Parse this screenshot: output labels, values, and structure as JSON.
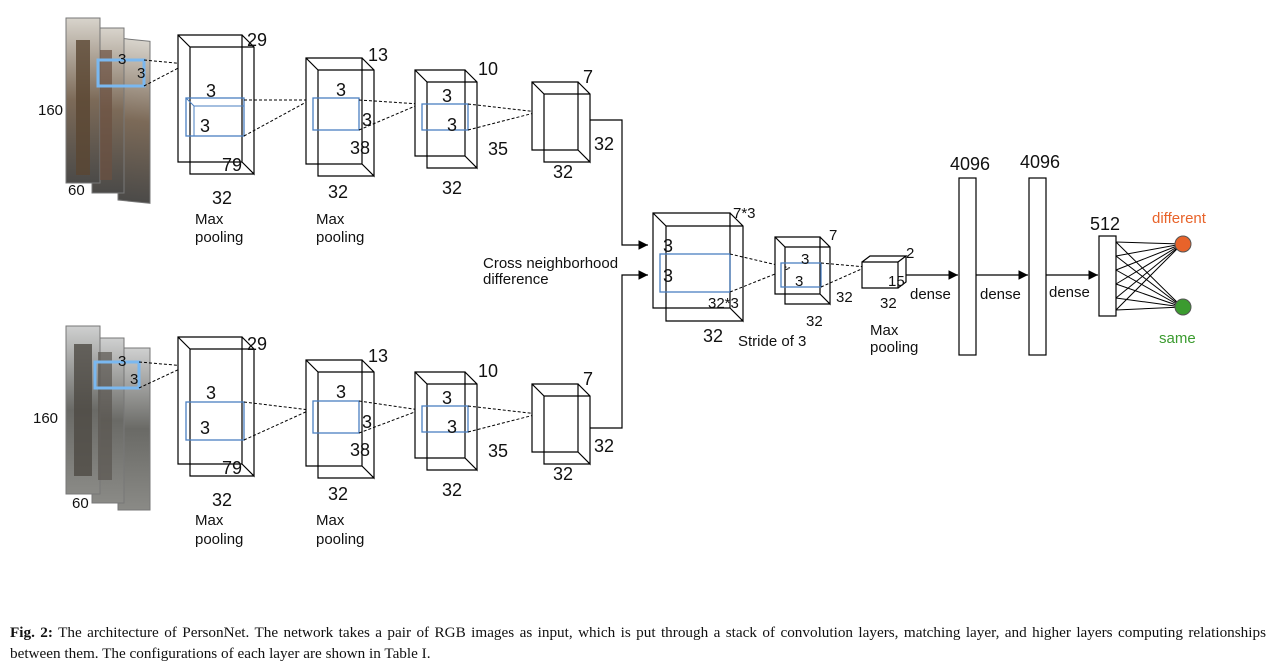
{
  "streams": [
    {
      "name": "upper",
      "input": {
        "height": "160",
        "width": "60",
        "kernel_a": "3",
        "kernel_b": "3"
      },
      "layers": [
        {
          "depth": "29",
          "kernel_a": "3",
          "kernel_b": "3",
          "height": "79",
          "width": "32",
          "pool": "Max pooling"
        },
        {
          "depth": "13",
          "kernel_a": "3",
          "kernel_b": "3",
          "height": "38",
          "width": "32",
          "pool": "Max pooling"
        },
        {
          "depth": "10",
          "kernel_a": "3",
          "kernel_b": "3",
          "height": "35",
          "width": "32",
          "pool": ""
        },
        {
          "depth": "7",
          "kernel_a": "",
          "kernel_b": "",
          "height": "32",
          "width": "32",
          "pool": ""
        }
      ]
    },
    {
      "name": "lower",
      "input": {
        "height": "160",
        "width": "60",
        "kernel_a": "3",
        "kernel_b": "3"
      },
      "layers": [
        {
          "depth": "29",
          "kernel_a": "3",
          "kernel_b": "3",
          "height": "79",
          "width": "32",
          "pool": "Max pooling"
        },
        {
          "depth": "13",
          "kernel_a": "3",
          "kernel_b": "3",
          "height": "38",
          "width": "32",
          "pool": "Max pooling"
        },
        {
          "depth": "10",
          "kernel_a": "3",
          "kernel_b": "3",
          "height": "35",
          "width": "32",
          "pool": ""
        },
        {
          "depth": "7",
          "kernel_a": "",
          "kernel_b": "",
          "height": "32",
          "width": "32",
          "pool": ""
        }
      ]
    }
  ],
  "cross_label": "Cross neighborhood difference",
  "cross_label_lines": [
    "Cross neighborhood",
    "difference"
  ],
  "merged": {
    "block1": {
      "depth": "7*3",
      "kernel_a": "3",
      "kernel_b": "3",
      "height": "32*3",
      "width": "32",
      "note": "Stride of 3"
    },
    "block2": {
      "depth": "7",
      "kernel_a": "3",
      "kernel_b": "3",
      "height": "32",
      "width": "32"
    },
    "block3": {
      "depth": "2",
      "height": "15",
      "width": "32",
      "pool_lines": [
        "Max",
        "pooling"
      ]
    }
  },
  "dense": [
    {
      "label": "dense",
      "units": "4096"
    },
    {
      "label": "dense",
      "units": "4096"
    },
    {
      "label": "dense",
      "units": "512"
    }
  ],
  "outputs": [
    {
      "label": "different",
      "color": "#e8632a"
    },
    {
      "label": "same",
      "color": "#3b9b2f"
    }
  ],
  "colors": {
    "kernel_blue": "#4a7fc1",
    "input_kernel": "#7ab8f0"
  },
  "caption": {
    "prefix": "Fig. 2:",
    "text": "The architecture of PersonNet. The network takes a pair of RGB images as input, which is put through a stack of convolution layers, matching layer, and higher layers computing relationships between them. The configurations of each layer are shown in Table I."
  }
}
